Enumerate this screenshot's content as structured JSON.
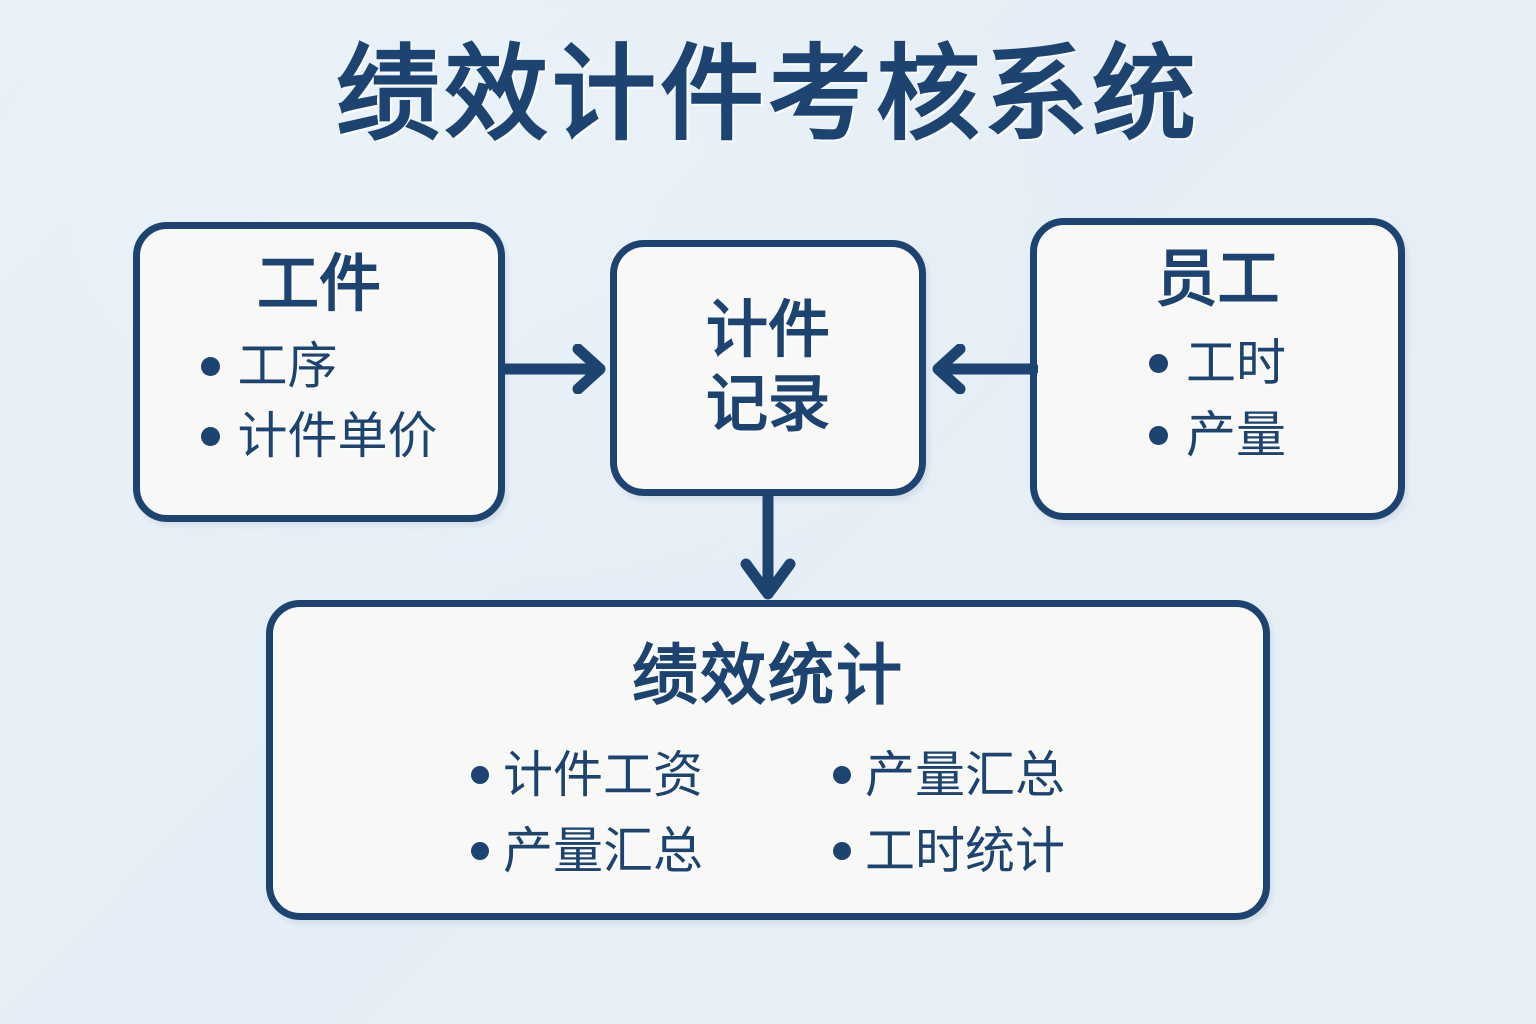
{
  "page": {
    "title": "绩效计件考核系统",
    "background_color": "#e7f0f7",
    "accent_color": "#1d4470",
    "box_fill_color": "#f8f9f7"
  },
  "nodes": {
    "workpiece": {
      "title": "工件",
      "items": [
        "工序",
        "计件单价"
      ]
    },
    "record": {
      "title_line1": "计件",
      "title_line2": "记录"
    },
    "employee": {
      "title": "员工",
      "items": [
        "工时",
        "产量"
      ]
    },
    "stats": {
      "title": "绩效统计",
      "column_left": [
        "计件工资",
        "产量汇总"
      ],
      "column_right": [
        "产量汇总",
        "工时统计"
      ]
    }
  },
  "arrows": [
    {
      "name": "workpiece-to-record",
      "from": "工件",
      "to": "计件记录",
      "direction": "right"
    },
    {
      "name": "employee-to-record",
      "from": "员工",
      "to": "计件记录",
      "direction": "left"
    },
    {
      "name": "record-to-stats",
      "from": "计件记录",
      "to": "绩效统计",
      "direction": "down"
    }
  ]
}
